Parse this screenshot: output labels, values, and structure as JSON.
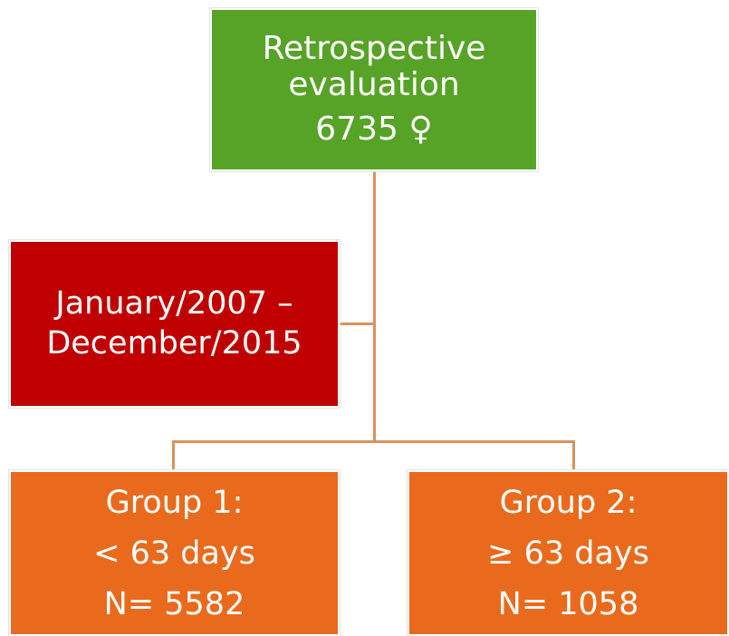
{
  "diagram": {
    "top": {
      "line1": "Retrospective",
      "line2": "evaluation",
      "line3": "6735 ♀"
    },
    "period": {
      "line1": "January/2007 –",
      "line2": "December/2015"
    },
    "group1": {
      "line1": "Group 1:",
      "line2": "< 63 days",
      "line3": "N= 5582"
    },
    "group2": {
      "line1": "Group 2:",
      "line2": "≥ 63 days",
      "line3": "N= 1058"
    },
    "colors": {
      "top_box": "#57a327",
      "period_box": "#c00000",
      "group_box": "#e96a1c",
      "connector": "#d9925c"
    }
  }
}
